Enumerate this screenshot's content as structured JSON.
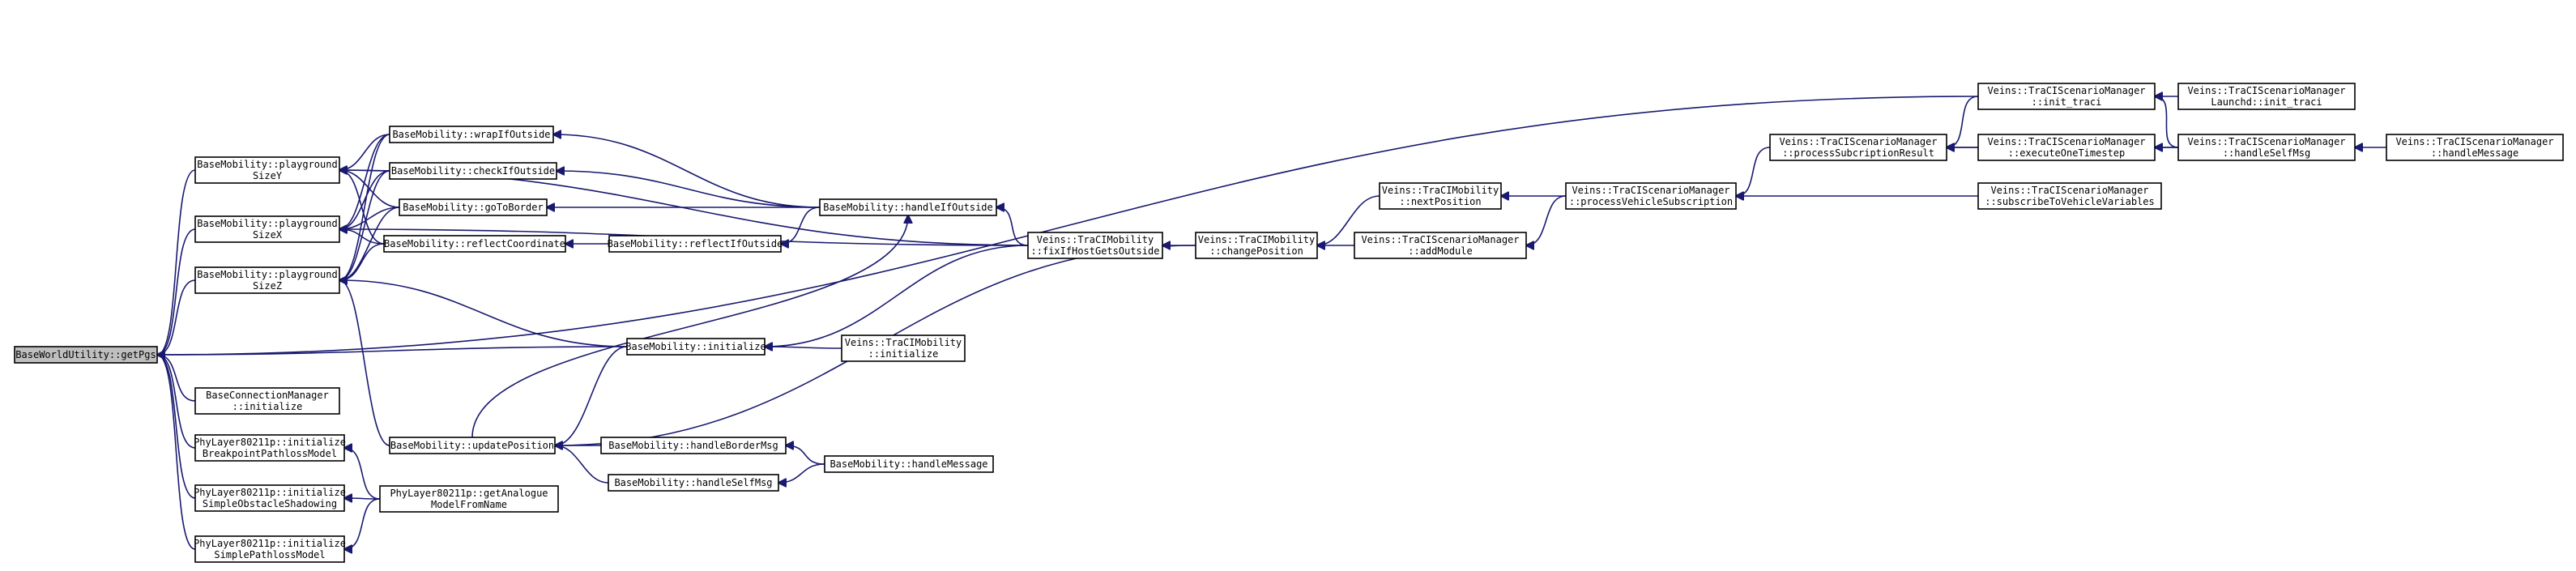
{
  "diagram": {
    "type": "call-graph",
    "colors": {
      "edge": "#191970",
      "focus_fill": "#bfbfbf",
      "node_fill": "#ffffff",
      "border": "#000000"
    },
    "nodes": [
      {
        "id": "getPgs",
        "lines": [
          "BaseWorldUtility::getPgs"
        ],
        "focus": true
      },
      {
        "id": "sizeY",
        "lines": [
          "BaseMobility::playground",
          "SizeY"
        ]
      },
      {
        "id": "sizeX",
        "lines": [
          "BaseMobility::playground",
          "SizeX"
        ]
      },
      {
        "id": "sizeZ",
        "lines": [
          "BaseMobility::playground",
          "SizeZ"
        ]
      },
      {
        "id": "bcmInit",
        "lines": [
          "BaseConnectionManager",
          "::initialize"
        ]
      },
      {
        "id": "phyBreak",
        "lines": [
          "PhyLayer80211p::initialize",
          "BreakpointPathlossModel"
        ]
      },
      {
        "id": "phyShadow",
        "lines": [
          "PhyLayer80211p::initialize",
          "SimpleObstacleShadowing"
        ]
      },
      {
        "id": "phySimple",
        "lines": [
          "PhyLayer80211p::initialize",
          "SimplePathlossModel"
        ]
      },
      {
        "id": "wrapIf",
        "lines": [
          "BaseMobility::wrapIfOutside"
        ]
      },
      {
        "id": "checkIf",
        "lines": [
          "BaseMobility::checkIfOutside"
        ]
      },
      {
        "id": "goToBorder",
        "lines": [
          "BaseMobility::goToBorder"
        ]
      },
      {
        "id": "reflectCoord",
        "lines": [
          "BaseMobility::reflectCoordinate"
        ]
      },
      {
        "id": "reflectIf",
        "lines": [
          "BaseMobility::reflectIfOutside"
        ]
      },
      {
        "id": "handleIf",
        "lines": [
          "BaseMobility::handleIfOutside"
        ]
      },
      {
        "id": "bmInit",
        "lines": [
          "BaseMobility::initialize"
        ]
      },
      {
        "id": "updatePos",
        "lines": [
          "BaseMobility::updatePosition"
        ]
      },
      {
        "id": "handleBorder",
        "lines": [
          "BaseMobility::handleBorderMsg"
        ]
      },
      {
        "id": "handleSelf",
        "lines": [
          "BaseMobility::handleSelfMsg"
        ]
      },
      {
        "id": "bmHandleMsg",
        "lines": [
          "BaseMobility::handleMessage"
        ]
      },
      {
        "id": "getAnalogue",
        "lines": [
          "PhyLayer80211p::getAnalogue",
          "ModelFromName"
        ]
      },
      {
        "id": "fixIf",
        "lines": [
          "Veins::TraCIMobility",
          "::fixIfHostGetsOutside"
        ]
      },
      {
        "id": "traciInit",
        "lines": [
          "Veins::TraCIMobility",
          "::initialize"
        ]
      },
      {
        "id": "changePos",
        "lines": [
          "Veins::TraCIMobility",
          "::changePosition"
        ]
      },
      {
        "id": "nextPos",
        "lines": [
          "Veins::TraCIMobility",
          "::nextPosition"
        ]
      },
      {
        "id": "addModule",
        "lines": [
          "Veins::TraCIScenarioManager",
          "::addModule"
        ]
      },
      {
        "id": "procVehSub",
        "lines": [
          "Veins::TraCIScenarioManager",
          "::processVehicleSubscription"
        ]
      },
      {
        "id": "procSubRes",
        "lines": [
          "Veins::TraCIScenarioManager",
          "::processSubcriptionResult"
        ]
      },
      {
        "id": "initTraci",
        "lines": [
          "Veins::TraCIScenarioManager",
          "::init_traci"
        ]
      },
      {
        "id": "execOne",
        "lines": [
          "Veins::TraCIScenarioManager",
          "::executeOneTimestep"
        ]
      },
      {
        "id": "subVeh",
        "lines": [
          "Veins::TraCIScenarioManager",
          "::subscribeToVehicleVariables"
        ]
      },
      {
        "id": "launchInit",
        "lines": [
          "Veins::TraCIScenarioManager",
          "Launchd::init_traci"
        ]
      },
      {
        "id": "tsmHandleSelf",
        "lines": [
          "Veins::TraCIScenarioManager",
          "::handleSelfMsg"
        ]
      },
      {
        "id": "tsmHandleMsg",
        "lines": [
          "Veins::TraCIScenarioManager",
          "::handleMessage"
        ]
      }
    ],
    "edges": [
      [
        "sizeY",
        "getPgs"
      ],
      [
        "sizeX",
        "getPgs"
      ],
      [
        "sizeZ",
        "getPgs"
      ],
      [
        "bcmInit",
        "getPgs"
      ],
      [
        "phyBreak",
        "getPgs"
      ],
      [
        "phyShadow",
        "getPgs"
      ],
      [
        "phySimple",
        "getPgs"
      ],
      [
        "bmInit",
        "getPgs"
      ],
      [
        "initTraci",
        "getPgs"
      ],
      [
        "wrapIf",
        "sizeY"
      ],
      [
        "checkIf",
        "sizeY"
      ],
      [
        "goToBorder",
        "sizeY"
      ],
      [
        "reflectCoord",
        "sizeY"
      ],
      [
        "fixIf",
        "sizeY"
      ],
      [
        "wrapIf",
        "sizeX"
      ],
      [
        "checkIf",
        "sizeX"
      ],
      [
        "goToBorder",
        "sizeX"
      ],
      [
        "reflectCoord",
        "sizeX"
      ],
      [
        "fixIf",
        "sizeX"
      ],
      [
        "wrapIf",
        "sizeZ"
      ],
      [
        "checkIf",
        "sizeZ"
      ],
      [
        "goToBorder",
        "sizeZ"
      ],
      [
        "reflectCoord",
        "sizeZ"
      ],
      [
        "bmInit",
        "sizeZ"
      ],
      [
        "updatePos",
        "sizeZ"
      ],
      [
        "handleIf",
        "wrapIf"
      ],
      [
        "handleIf",
        "checkIf"
      ],
      [
        "handleIf",
        "goToBorder"
      ],
      [
        "reflectIf",
        "reflectCoord"
      ],
      [
        "handleIf",
        "reflectIf"
      ],
      [
        "fixIf",
        "handleIf"
      ],
      [
        "updatePos",
        "handleIf"
      ],
      [
        "traciInit",
        "bmInit"
      ],
      [
        "fixIf",
        "bmInit"
      ],
      [
        "handleBorder",
        "updatePos"
      ],
      [
        "handleSelf",
        "updatePos"
      ],
      [
        "bmInit",
        "updatePos"
      ],
      [
        "changePos",
        "updatePos"
      ],
      [
        "bmHandleMsg",
        "handleBorder"
      ],
      [
        "bmHandleMsg",
        "handleSelf"
      ],
      [
        "getAnalogue",
        "phyBreak"
      ],
      [
        "getAnalogue",
        "phyShadow"
      ],
      [
        "getAnalogue",
        "phySimple"
      ],
      [
        "changePos",
        "fixIf"
      ],
      [
        "nextPos",
        "changePos"
      ],
      [
        "addModule",
        "changePos"
      ],
      [
        "procVehSub",
        "nextPos"
      ],
      [
        "procVehSub",
        "addModule"
      ],
      [
        "procSubRes",
        "procVehSub"
      ],
      [
        "subVeh",
        "procVehSub"
      ],
      [
        "initTraci",
        "procSubRes"
      ],
      [
        "execOne",
        "procSubRes"
      ],
      [
        "tsmHandleSelf",
        "procSubRes"
      ],
      [
        "launchInit",
        "initTraci"
      ],
      [
        "tsmHandleSelf",
        "initTraci"
      ],
      [
        "tsmHandleSelf",
        "execOne"
      ],
      [
        "tsmHandleMsg",
        "tsmHandleSelf"
      ]
    ]
  }
}
